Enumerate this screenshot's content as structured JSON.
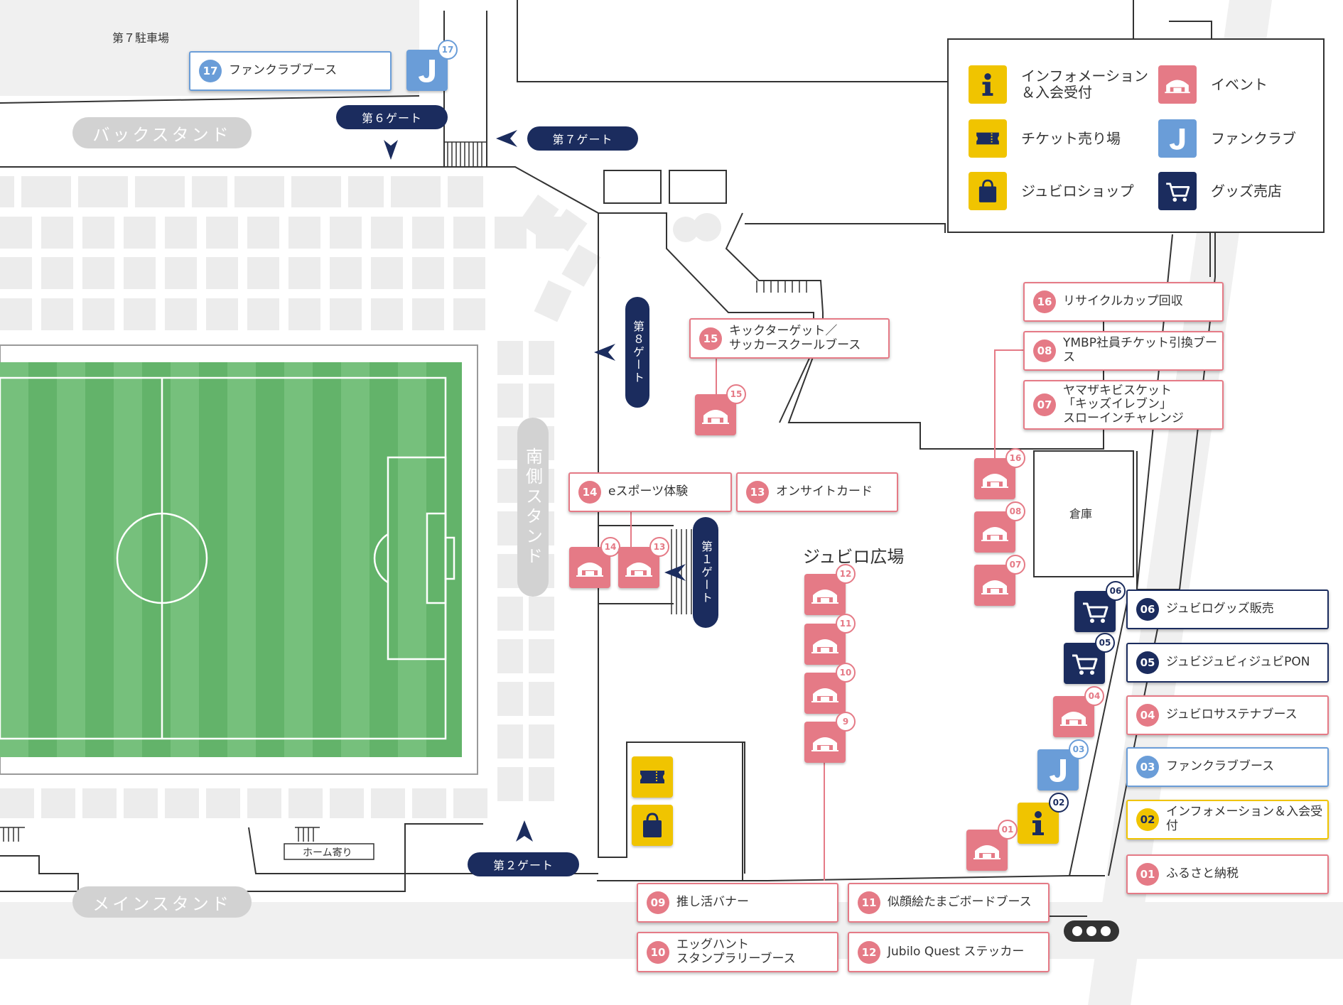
{
  "colors": {
    "pink": "#e57a86",
    "navy": "#1b2c5e",
    "blue": "#6a9dd8",
    "yellow": "#f0c400",
    "pitch": "#5cb85c",
    "stand": "#d2d2d2"
  },
  "labels": {
    "parking": "第７駐車場",
    "plaza": "ジュビロ広場",
    "warehouse": "倉庫",
    "home_side": "ホーム寄り"
  },
  "stands": {
    "back": "バックスタンド",
    "main": "メインスタンド",
    "south": "南側スタンド"
  },
  "gates": {
    "g6": "第６ゲート",
    "g7": "第７ゲート",
    "g8": "第８ゲート",
    "g1": "第１ゲート",
    "g2": "第２ゲート"
  },
  "legend": [
    {
      "icon": "info-icon",
      "color": "yellow",
      "label": "インフォメーション\n＆入会受付"
    },
    {
      "icon": "event-tent-icon",
      "color": "pink",
      "label": "イベント"
    },
    {
      "icon": "ticket-icon",
      "color": "yellow",
      "label": "チケット売り場"
    },
    {
      "icon": "fanclub-j-icon",
      "color": "blue",
      "label": "ファンクラブ"
    },
    {
      "icon": "shop-bag-icon",
      "color": "yellow",
      "label": "ジュビロショップ"
    },
    {
      "icon": "cart-icon",
      "color": "navy",
      "label": "グッズ売店"
    }
  ],
  "booths": [
    {
      "num": "17",
      "color": "blue",
      "label": "ファンクラブブース"
    },
    {
      "num": "16",
      "color": "pink",
      "label": "リサイクルカップ回収"
    },
    {
      "num": "08",
      "color": "pink",
      "label": "YMBP社員チケット引換ブース"
    },
    {
      "num": "07",
      "color": "pink",
      "label": "ヤマザキビスケット\n「キッズイレブン」\nスローインチャレンジ"
    },
    {
      "num": "15",
      "color": "pink",
      "label": "キックターゲット／\nサッカースクールブース"
    },
    {
      "num": "14",
      "color": "pink",
      "label": "eスポーツ体験"
    },
    {
      "num": "13",
      "color": "pink",
      "label": "オンサイトカード"
    },
    {
      "num": "06",
      "color": "navy",
      "label": "ジュビログッズ販売"
    },
    {
      "num": "05",
      "color": "navy",
      "label": "ジュビジュビィジュビPON"
    },
    {
      "num": "04",
      "color": "pink",
      "label": "ジュビロサステナブース"
    },
    {
      "num": "03",
      "color": "blue",
      "label": "ファンクラブブース"
    },
    {
      "num": "02",
      "color": "yellow",
      "label": "インフォメーション＆入会受付"
    },
    {
      "num": "01",
      "color": "pink",
      "label": "ふるさと納税"
    },
    {
      "num": "09",
      "color": "pink",
      "label": "推し活バナー"
    },
    {
      "num": "11",
      "color": "pink",
      "label": "似顔絵たまごボードブース"
    },
    {
      "num": "10",
      "color": "pink",
      "label": "エッグハント\nスタンプラリーブース"
    },
    {
      "num": "12",
      "color": "pink",
      "label": "Jubilo Quest ステッカー"
    }
  ],
  "pins": [
    {
      "num": "17",
      "color": "blue",
      "icon": "fanclub-j-icon"
    },
    {
      "num": "15",
      "color": "pink",
      "icon": "event-tent-icon"
    },
    {
      "num": "14",
      "color": "pink",
      "icon": "event-tent-icon"
    },
    {
      "num": "13",
      "color": "pink",
      "icon": "event-tent-icon"
    },
    {
      "num": "16",
      "color": "pink",
      "icon": "event-tent-icon"
    },
    {
      "num": "08",
      "color": "pink",
      "icon": "event-tent-icon"
    },
    {
      "num": "07",
      "color": "pink",
      "icon": "event-tent-icon"
    },
    {
      "num": "12",
      "color": "pink",
      "icon": "event-tent-icon"
    },
    {
      "num": "11",
      "color": "pink",
      "icon": "event-tent-icon"
    },
    {
      "num": "10",
      "color": "pink",
      "icon": "event-tent-icon"
    },
    {
      "num": "9",
      "color": "pink",
      "icon": "event-tent-icon"
    },
    {
      "num": "06",
      "color": "navy",
      "icon": "cart-icon"
    },
    {
      "num": "05",
      "color": "navy",
      "icon": "cart-icon"
    },
    {
      "num": "04",
      "color": "pink",
      "icon": "event-tent-icon"
    },
    {
      "num": "03",
      "color": "blue",
      "icon": "fanclub-j-icon"
    },
    {
      "num": "02",
      "color": "yellow",
      "icon": "info-icon"
    },
    {
      "num": "01",
      "color": "pink",
      "icon": "event-tent-icon"
    },
    {
      "num": "",
      "color": "yellow",
      "icon": "ticket-icon"
    },
    {
      "num": "",
      "color": "yellow",
      "icon": "shop-bag-icon"
    }
  ]
}
